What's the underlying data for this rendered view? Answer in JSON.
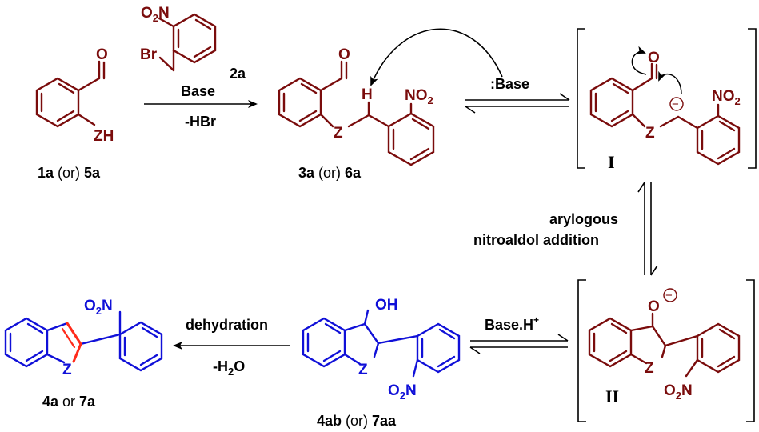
{
  "colors": {
    "reactant": "#7a0c0c",
    "product": "#1010d8",
    "new_bond": "#ff2a1a",
    "arrow": "#000000"
  },
  "atoms": {
    "O": "O",
    "ZH": "ZH",
    "Z": "Z",
    "H": "H",
    "Br": "Br",
    "OH": "OH",
    "NO2_left": "O",
    "NO2_left_sub": "2",
    "NO2_left_N": "N",
    "NO2_right_N": "NO",
    "NO2_right_sub": "2",
    "O_minus": "O",
    "minus": "−"
  },
  "compound_labels": {
    "c1": {
      "bold1": "1a",
      "mid": " (or) ",
      "bold2": "5a"
    },
    "c2": {
      "bold1": "2a"
    },
    "c3": {
      "bold1": "3a",
      "mid": " (or) ",
      "bold2": "6a"
    },
    "c4": {
      "bold1": "4a",
      "mid": " or ",
      "bold2": "7a"
    },
    "c5": {
      "bold1": "4ab",
      "mid": " (or) ",
      "bold2": "7aa"
    }
  },
  "intermediates": {
    "I": "I",
    "II": "II"
  },
  "arrows": {
    "step1_top": "Base",
    "step1_bottom": "-HBr",
    "step2_top": ":Base",
    "step3_line1": "arylogous",
    "step3_line2": "nitroaldol addition",
    "step4_top_main": "Base.H",
    "step4_top_sup": "+",
    "step5_top": "dehydration",
    "step5_bottom_a": "-H",
    "step5_bottom_sub": "2",
    "step5_bottom_b": "O"
  }
}
